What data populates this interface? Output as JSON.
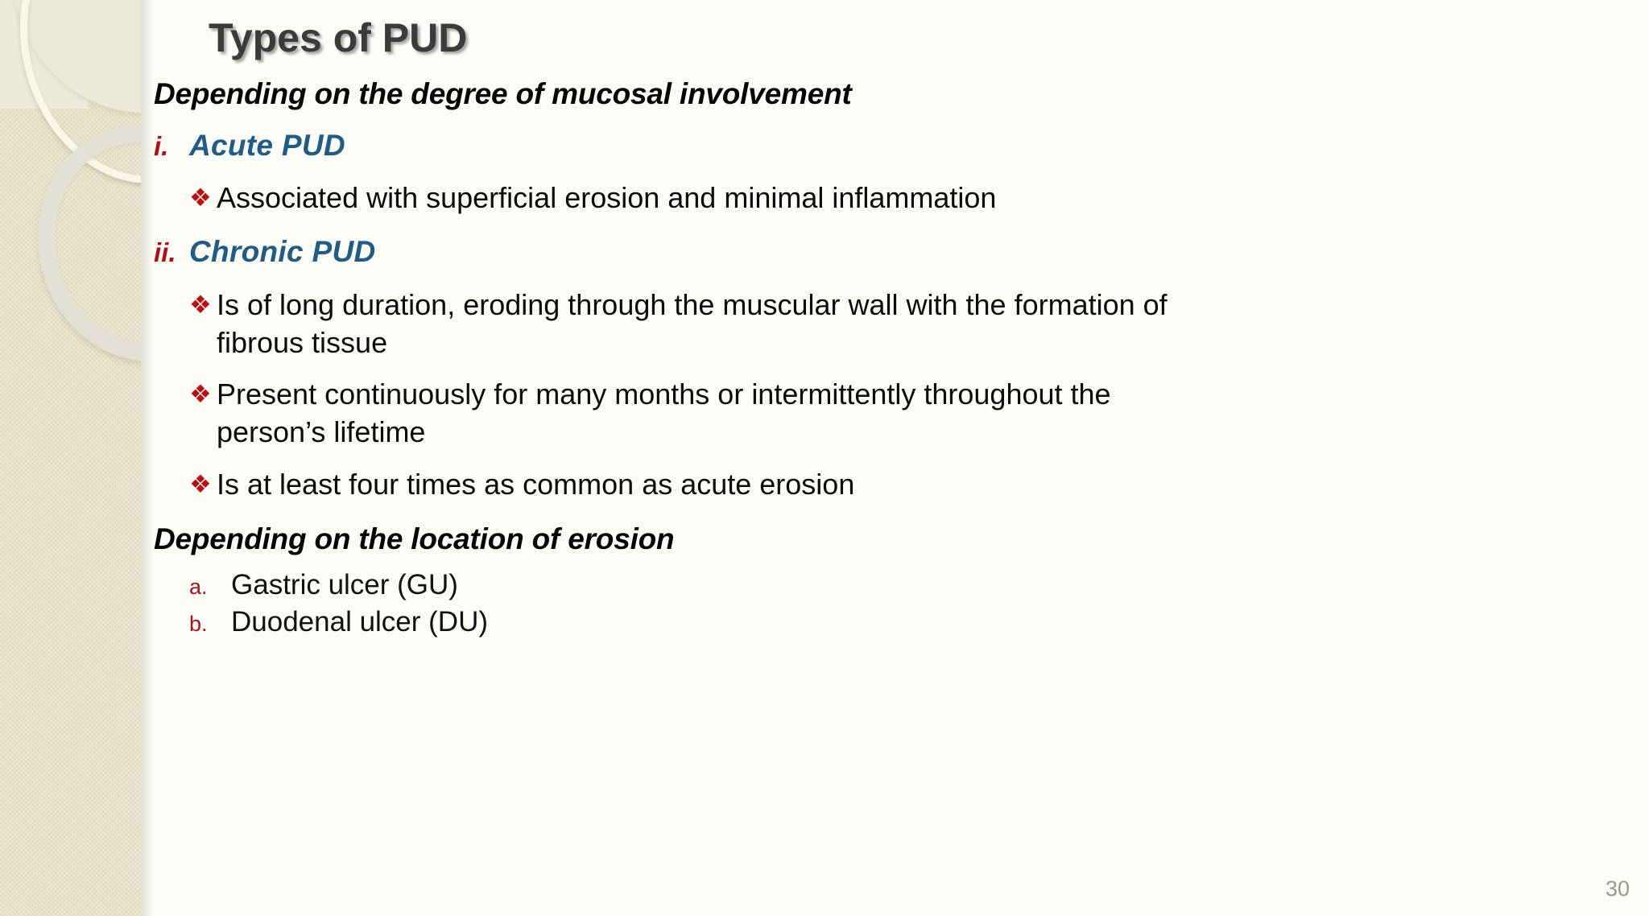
{
  "slide": {
    "title": "Types of PUD",
    "page_number": "30",
    "accent_colors": {
      "sidebar_beige": "#e7dfc6",
      "title_gray": "#3b3b3b",
      "marker_red": "#b01116",
      "bullet_red": "#c00d11",
      "subheading_blue": "#1f5c86",
      "body_black": "#0b0b0b",
      "page_number_olive": "#9b9a84"
    },
    "sections": [
      {
        "heading": "Depending on the degree of mucosal involvement",
        "roman_items": [
          {
            "marker": "i.",
            "label": "Acute PUD",
            "bullets": [
              {
                "marker": "❖",
                "text": "Associated with superficial erosion and minimal inflammation"
              }
            ]
          },
          {
            "marker": "ii.",
            "label": "Chronic PUD",
            "bullets": [
              {
                "marker": "❖",
                "text": "Is of long duration, eroding through the muscular wall with the formation of fibrous tissue"
              },
              {
                "marker": "❖",
                "text": "Present continuously for many months or intermittently throughout the person’s lifetime"
              },
              {
                "marker": "❖",
                "text": "Is at least four times as common as acute erosion"
              }
            ]
          }
        ]
      },
      {
        "heading": "Depending on the location of erosion",
        "alpha_items": [
          {
            "marker": "a.",
            "label": "Gastric ulcer (GU)"
          },
          {
            "marker": "b.",
            "label": "Duodenal ulcer (DU)"
          }
        ]
      }
    ]
  }
}
